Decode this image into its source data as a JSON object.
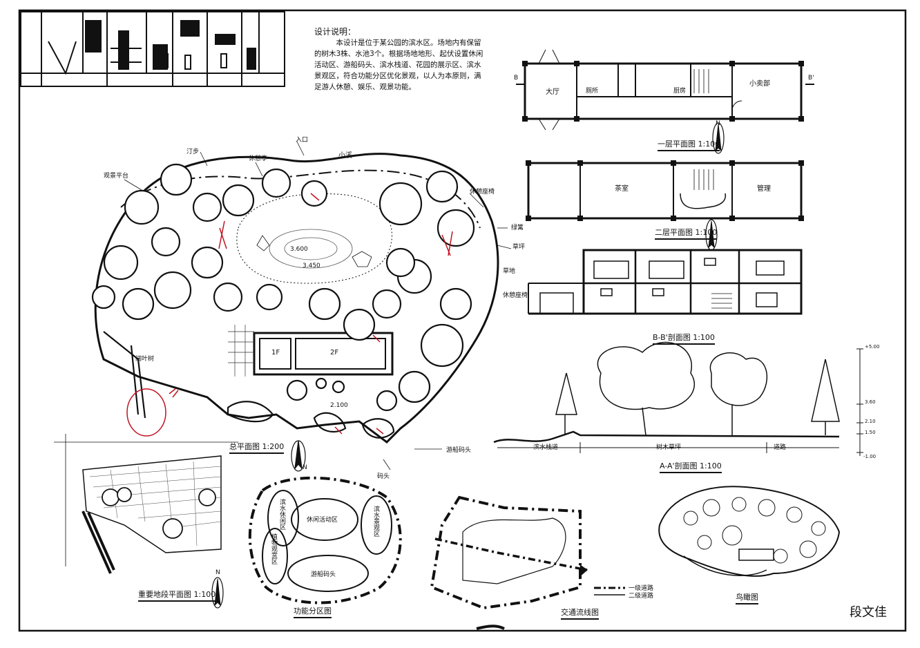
{
  "note": {
    "heading": "设计说明：",
    "body": "本设计是位于某公园的滨水区。场地内有保留的树木3株、水池3个。根据场地地形、起伏设置休闲活动区、游船码头、滨水栈道、花园的展示区、滨水景观区，符合功能分区优化景观，以人为本原则，满足游人休憩、娱乐、观景功能。"
  },
  "plan_labels": {
    "waterfront": "小溪",
    "path": "汀步",
    "pavilion": "休憩亭",
    "platform": "观景平台",
    "seating": "休憩座椅",
    "seating2": "休憩座椅",
    "hedge": "绿篱",
    "lawn": "草坪",
    "grass": "草地",
    "entrance": "入口",
    "boat": "码头",
    "elev1": "3.600",
    "elev2": "3.450",
    "elev3": "2.100",
    "b_mark": "B",
    "b2_mark": "B'",
    "bldg_1f": "1F",
    "bldg_2f": "2F",
    "pier_label": "游船码头",
    "tree_label": "阔叶树",
    "plan_title": "总平面图 1:200"
  },
  "floor1": {
    "rooms": [
      "大厅",
      "厕所",
      "厨房",
      "小卖部"
    ],
    "title": "一层平面图 1:100",
    "b_left": "B",
    "b_right": "B'"
  },
  "floor2": {
    "rooms": [
      "茶室",
      "管理"
    ],
    "title": "二层平面图 1:100"
  },
  "elevation": {
    "title": "B-B'剖面图 1:100"
  },
  "section": {
    "labels": [
      "滨水栈道",
      "树木草坪",
      "道路"
    ],
    "title": "A-A'剖面图 1:100",
    "levels": [
      "+5.00",
      "3.60",
      "2.10",
      "1.50",
      "-1.00"
    ]
  },
  "key_plan": {
    "title": "重要地段平面图 1:100",
    "n": "N"
  },
  "zoning": {
    "zones": [
      "滨水休闲区",
      "休闲活动区",
      "滨水景观区",
      "植物观赏区",
      "游船码头"
    ],
    "title": "功能分区图"
  },
  "traffic": {
    "legend": [
      "一级道路",
      "二级道路"
    ],
    "title": "交通流线图"
  },
  "aerial": {
    "title": "鸟瞰图"
  },
  "signature": "段文佳",
  "north": "N"
}
